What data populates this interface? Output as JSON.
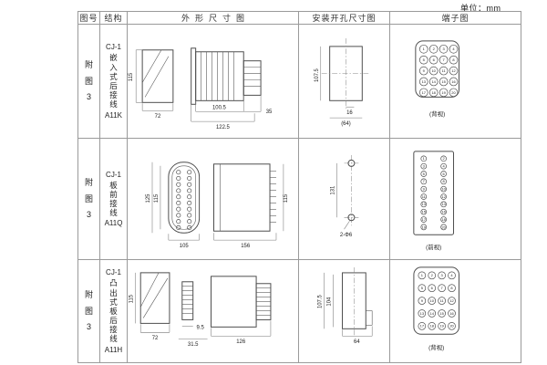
{
  "page": {
    "unit_label": "单位：mm"
  },
  "table": {
    "headers": [
      "图号",
      "结构",
      "外形尺寸图",
      "安装开孔尺寸图",
      "端子图"
    ],
    "rows": [
      {
        "fig_chars": [
          "附",
          "图",
          "3"
        ],
        "model": "CJ-1",
        "struct_chars": [
          "嵌",
          "入",
          "式",
          "后",
          "接",
          "线"
        ],
        "code": "A11K",
        "outline": {
          "height": "115",
          "width": "72",
          "depth_body": "100.5",
          "depth_total": "122.5",
          "depth_terminal": "35"
        },
        "install": {
          "height": "107.5",
          "offset": "16",
          "width": "(64)"
        },
        "terminal": {
          "numbers": [
            "1",
            "2",
            "3",
            "4",
            "5",
            "6",
            "7",
            "8",
            "9",
            "10",
            "11",
            "12",
            "13",
            "14",
            "15",
            "16",
            "17",
            "18",
            "19",
            "20"
          ],
          "caption": "(背视)"
        }
      },
      {
        "fig_chars": [
          "附",
          "图",
          "3"
        ],
        "model": "CJ-1",
        "struct_chars": [
          "板",
          "前",
          "接",
          "线"
        ],
        "code": "A11Q",
        "outline": {
          "outer_height": "125",
          "inner_height": "115",
          "width": "105",
          "depth": "156",
          "side_height": "115"
        },
        "install": {
          "hole_spacing": "131",
          "holes": "2-Φ6"
        },
        "terminal": {
          "numbers": [
            "1",
            "2",
            "3",
            "4",
            "5",
            "6",
            "7",
            "8",
            "9",
            "10",
            "11",
            "12",
            "13",
            "14",
            "15",
            "16",
            "17",
            "18",
            "19",
            "20"
          ],
          "caption": "(前视)"
        }
      },
      {
        "fig_chars": [
          "附",
          "图",
          "3"
        ],
        "model": "CJ-1",
        "struct_chars": [
          "凸",
          "出",
          "式",
          "板",
          "后",
          "接",
          "线"
        ],
        "code": "A11H",
        "outline": {
          "height": "115",
          "width": "72",
          "comb_depth": "9.5",
          "proj_depth": "31.5",
          "depth": "126"
        },
        "install": {
          "height": "107.5",
          "inner_height": "104",
          "width": "64"
        },
        "terminal": {
          "numbers": [
            "1",
            "2",
            "3",
            "4",
            "5",
            "6",
            "7",
            "8",
            "9",
            "10",
            "11",
            "12",
            "13",
            "14",
            "15",
            "16",
            "17",
            "18",
            "19",
            "20"
          ],
          "caption": "(背视)"
        }
      }
    ]
  }
}
